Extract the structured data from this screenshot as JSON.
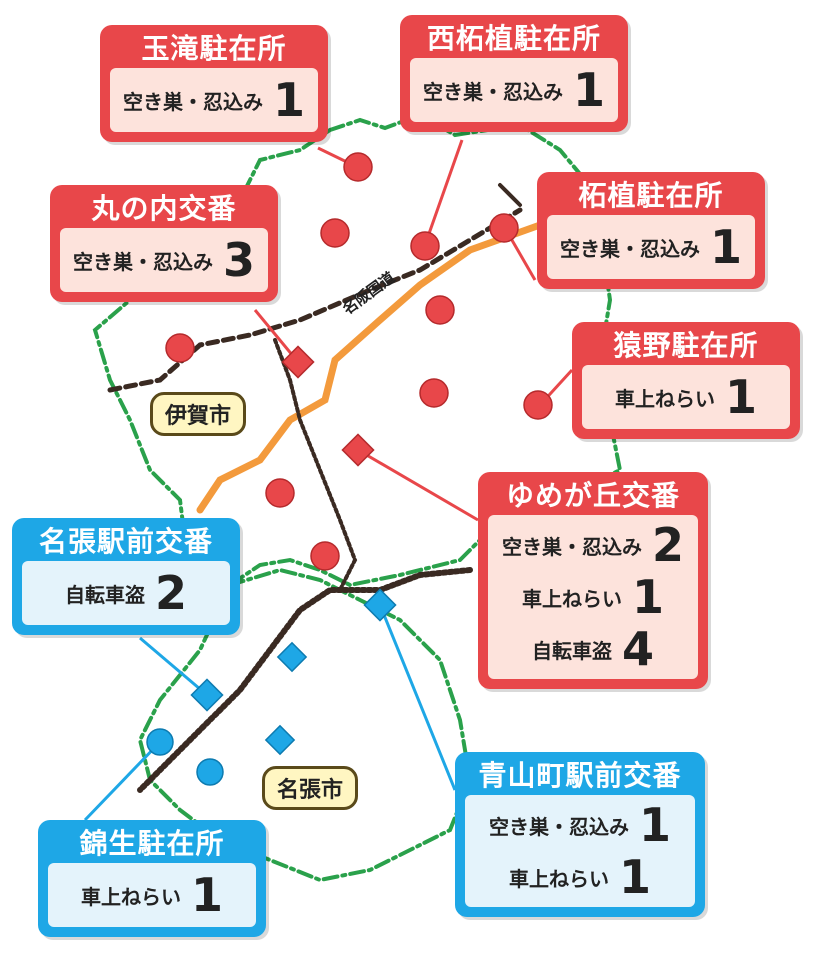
{
  "cities": [
    {
      "id": "iga",
      "label": "伊賀市"
    },
    {
      "id": "nabari",
      "label": "名張市"
    }
  ],
  "road_label": "名阪国道",
  "colors": {
    "iga_accent": "#e8474a",
    "nabari_accent": "#1ea7e6",
    "border_line": "#2aa14b",
    "road": "#f39a3c",
    "rail": "#3a2a22"
  },
  "stations": [
    {
      "id": "tamataki",
      "name": "玉滝駐在所",
      "color": "red",
      "rows": [
        {
          "crime": "空き巣・忍込み",
          "count": "1"
        }
      ]
    },
    {
      "id": "nishitsuge",
      "name": "西柘植駐在所",
      "color": "red",
      "rows": [
        {
          "crime": "空き巣・忍込み",
          "count": "1"
        }
      ]
    },
    {
      "id": "marunouchi",
      "name": "丸の内交番",
      "color": "red",
      "rows": [
        {
          "crime": "空き巣・忍込み",
          "count": "3"
        }
      ]
    },
    {
      "id": "tsuge",
      "name": "柘植駐在所",
      "color": "red",
      "rows": [
        {
          "crime": "空き巣・忍込み",
          "count": "1"
        }
      ]
    },
    {
      "id": "saruno",
      "name": "猿野駐在所",
      "color": "red",
      "rows": [
        {
          "crime": "車上ねらい",
          "count": "1"
        }
      ]
    },
    {
      "id": "yumegaoka",
      "name": "ゆめが丘交番",
      "color": "red",
      "rows": [
        {
          "crime": "空き巣・忍込み",
          "count": "2"
        },
        {
          "crime": "車上ねらい",
          "count": "1"
        },
        {
          "crime": "自転車盗",
          "count": "4"
        }
      ]
    },
    {
      "id": "nabari_eki",
      "name": "名張駅前交番",
      "color": "blue",
      "rows": [
        {
          "crime": "自転車盗",
          "count": "2"
        }
      ]
    },
    {
      "id": "aoyama",
      "name": "青山町駅前交番",
      "color": "blue",
      "rows": [
        {
          "crime": "空き巣・忍込み",
          "count": "1"
        },
        {
          "crime": "車上ねらい",
          "count": "1"
        }
      ]
    },
    {
      "id": "nishiki",
      "name": "錦生駐在所",
      "color": "blue",
      "rows": [
        {
          "crime": "車上ねらい",
          "count": "1"
        }
      ]
    }
  ]
}
